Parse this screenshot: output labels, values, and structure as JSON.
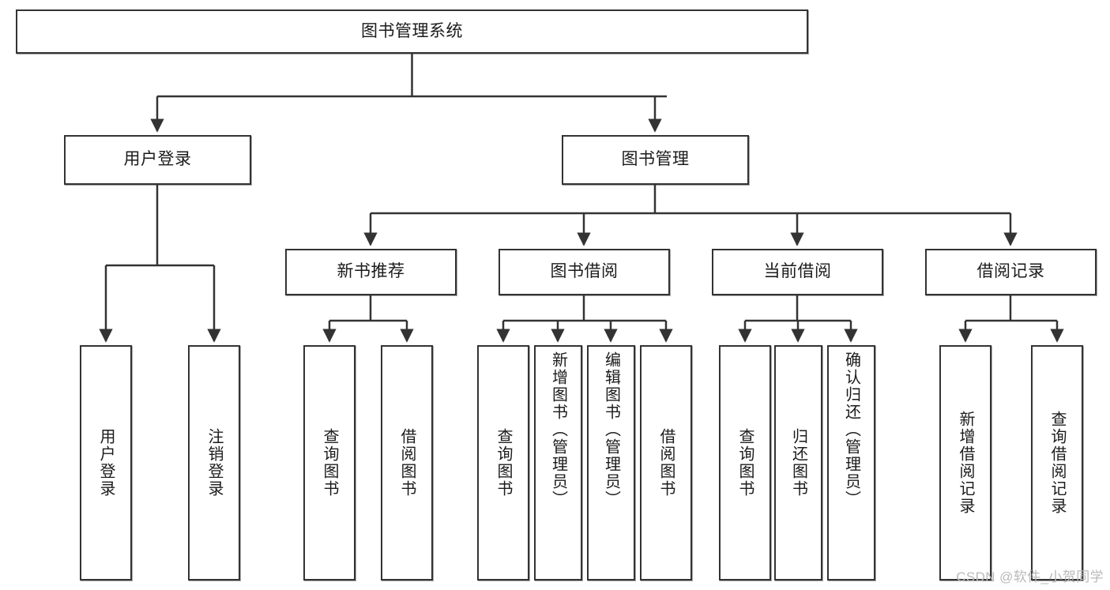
{
  "diagram": {
    "title": "图书管理系统",
    "style": {
      "box_border_color": "#333333",
      "box_fill_color": "#ffffff",
      "edge_color": "#333333",
      "text_color": "#1b1b1b",
      "background": "#ffffff"
    },
    "root": {
      "id": "root",
      "label": "图书管理系统",
      "orientation": "horizontal"
    },
    "level1": [
      {
        "id": "user-login",
        "label": "用户登录",
        "orientation": "horizontal"
      },
      {
        "id": "book-manage",
        "label": "图书管理",
        "orientation": "horizontal"
      }
    ],
    "level2": [
      {
        "id": "new-book-recommend",
        "label": "新书推荐",
        "orientation": "horizontal",
        "parent": "book-manage"
      },
      {
        "id": "book-borrow",
        "label": "图书借阅",
        "orientation": "horizontal",
        "parent": "book-manage"
      },
      {
        "id": "current-borrow",
        "label": "当前借阅",
        "orientation": "horizontal",
        "parent": "book-manage"
      },
      {
        "id": "borrow-record",
        "label": "借阅记录",
        "orientation": "horizontal",
        "parent": "book-manage"
      }
    ],
    "leaves": [
      {
        "id": "leaf-user-login",
        "label": "用户登录",
        "parent": "user-login",
        "orientation": "vertical"
      },
      {
        "id": "leaf-user-logout",
        "label": "注销登录",
        "parent": "user-login",
        "orientation": "vertical"
      },
      {
        "id": "leaf-query-book-1",
        "label": "查询图书",
        "parent": "new-book-recommend",
        "orientation": "vertical"
      },
      {
        "id": "leaf-borrow-book-1",
        "label": "借阅图书",
        "parent": "new-book-recommend",
        "orientation": "vertical"
      },
      {
        "id": "leaf-query-book-2",
        "label": "查询图书",
        "parent": "book-borrow",
        "orientation": "vertical"
      },
      {
        "id": "leaf-add-book",
        "label": "新增图书（管理员）",
        "parent": "book-borrow",
        "orientation": "vertical"
      },
      {
        "id": "leaf-edit-book",
        "label": "编辑图书（管理员）",
        "parent": "book-borrow",
        "orientation": "vertical"
      },
      {
        "id": "leaf-borrow-book-2",
        "label": "借阅图书",
        "parent": "book-borrow",
        "orientation": "vertical"
      },
      {
        "id": "leaf-query-book-3",
        "label": "查询图书",
        "parent": "current-borrow",
        "orientation": "vertical"
      },
      {
        "id": "leaf-return-book",
        "label": "归还图书",
        "parent": "current-borrow",
        "orientation": "vertical"
      },
      {
        "id": "leaf-confirm-return",
        "label": "确认归还（管理员）",
        "parent": "current-borrow",
        "orientation": "vertical"
      },
      {
        "id": "leaf-add-record",
        "label": "新增借阅记录",
        "parent": "borrow-record",
        "orientation": "vertical"
      },
      {
        "id": "leaf-query-record",
        "label": "查询借阅记录",
        "parent": "borrow-record",
        "orientation": "vertical"
      }
    ]
  },
  "watermark": {
    "text": "CSDN @软件_小贺同学"
  }
}
